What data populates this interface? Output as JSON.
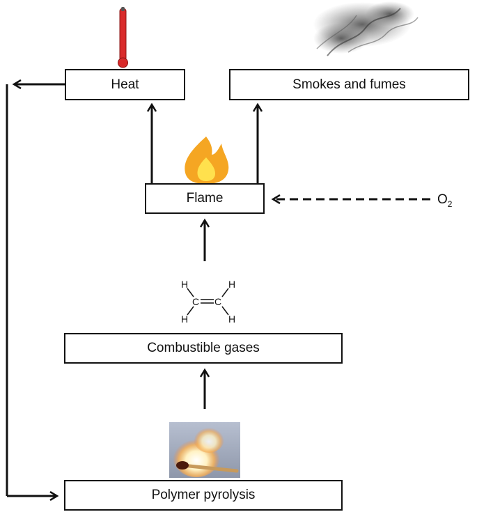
{
  "nodes": {
    "heat": "Heat",
    "smokes": "Smokes and fumes",
    "flame": "Flame",
    "gases": "Combustible gases",
    "pyrolysis": "Polymer pyrolysis"
  },
  "oxygen": {
    "symbol": "O",
    "subscript": "2"
  },
  "ethylene": {
    "h": "H",
    "c": "C"
  },
  "icons": [
    "thermometer-icon",
    "smoke-icon",
    "flame-icon",
    "ethylene-molecule-icon",
    "burning-match-image"
  ],
  "colors": {
    "thermometer": "#d92b2b",
    "flame_outer": "#f5a623",
    "flame_inner": "#ffe14d",
    "line": "#111111"
  }
}
